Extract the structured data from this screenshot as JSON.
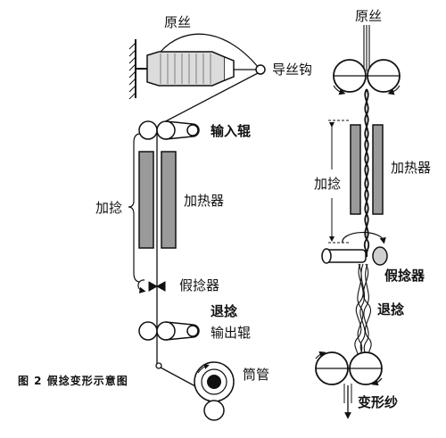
{
  "figure": {
    "caption": "图 2   假捻变形示意图"
  },
  "left_panel": {
    "source_label": "原丝",
    "guide_label": "导丝钩",
    "feed_roller_label": "输入辊",
    "twist_label": "加捻",
    "heater_label": "加热器",
    "false_twister_label": "假捻器",
    "untwist_label": "退捻",
    "delivery_roller_label": "输出辊",
    "bobbin_label": "筒管"
  },
  "right_panel": {
    "source_label": "原丝",
    "twist_label": "加捻",
    "heater_label": "加热器",
    "false_twister_label": "假捻器",
    "untwist_label": "退捻",
    "product_label": "变形纱"
  }
}
